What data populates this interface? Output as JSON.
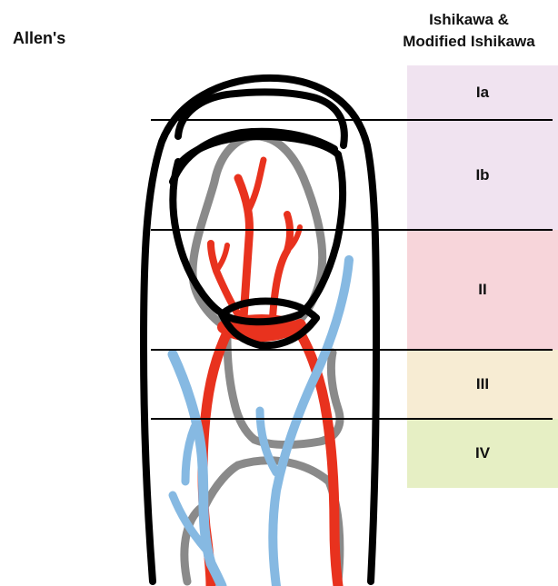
{
  "left_title": "Allen's",
  "right_title": {
    "line1": "Ishikawa &",
    "line2": "Modified Ishikawa"
  },
  "zones": [
    {
      "label": "Ia",
      "color": "#f0e3f0"
    },
    {
      "label": "Ib",
      "color": "#f0e3f0"
    },
    {
      "label": "II",
      "color": "#f7d5da"
    },
    {
      "label": "III",
      "color": "#f7ecd3"
    },
    {
      "label": "IV",
      "color": "#e6efc4"
    }
  ],
  "colors": {
    "outline": "#000000",
    "bone": "#8a8a8a",
    "artery": "#e8321e",
    "vein": "#86b9e2"
  }
}
